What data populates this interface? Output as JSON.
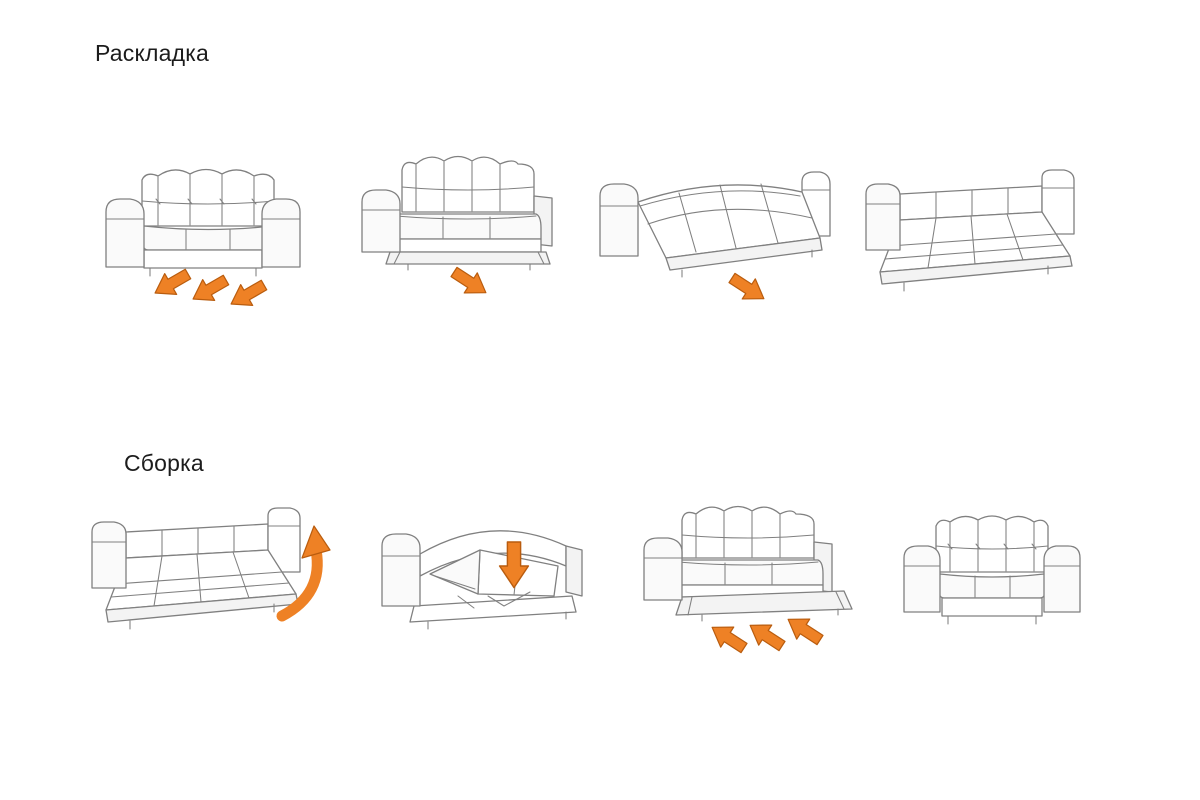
{
  "page": {
    "background": "#ffffff"
  },
  "colors": {
    "arrow_fill": "#ee8125",
    "arrow_stroke": "#b95c0e",
    "line": "#808080",
    "text": "#1c1c1c"
  },
  "sections": {
    "unfold": {
      "label": "Раскладка",
      "steps": [
        {
          "name": "sofa-assembled-pull-base",
          "arrows": 3,
          "arrow_direction": "down-left"
        },
        {
          "name": "sofa-base-pulled-out",
          "arrows": 1,
          "arrow_direction": "down-right"
        },
        {
          "name": "sofa-backrest-lowering",
          "arrows": 1,
          "arrow_direction": "down-right"
        },
        {
          "name": "sofa-bed-flat",
          "arrows": 0,
          "arrow_direction": "none"
        }
      ]
    },
    "fold": {
      "label": "Сборка",
      "steps": [
        {
          "name": "bed-flat-lift-edge",
          "arrows": 1,
          "arrow_direction": "curved-up"
        },
        {
          "name": "bed-section-folding-down",
          "arrows": 1,
          "arrow_direction": "down"
        },
        {
          "name": "sofa-push-base-in",
          "arrows": 3,
          "arrow_direction": "up-left"
        },
        {
          "name": "sofa-assembled",
          "arrows": 0,
          "arrow_direction": "none"
        }
      ]
    }
  }
}
